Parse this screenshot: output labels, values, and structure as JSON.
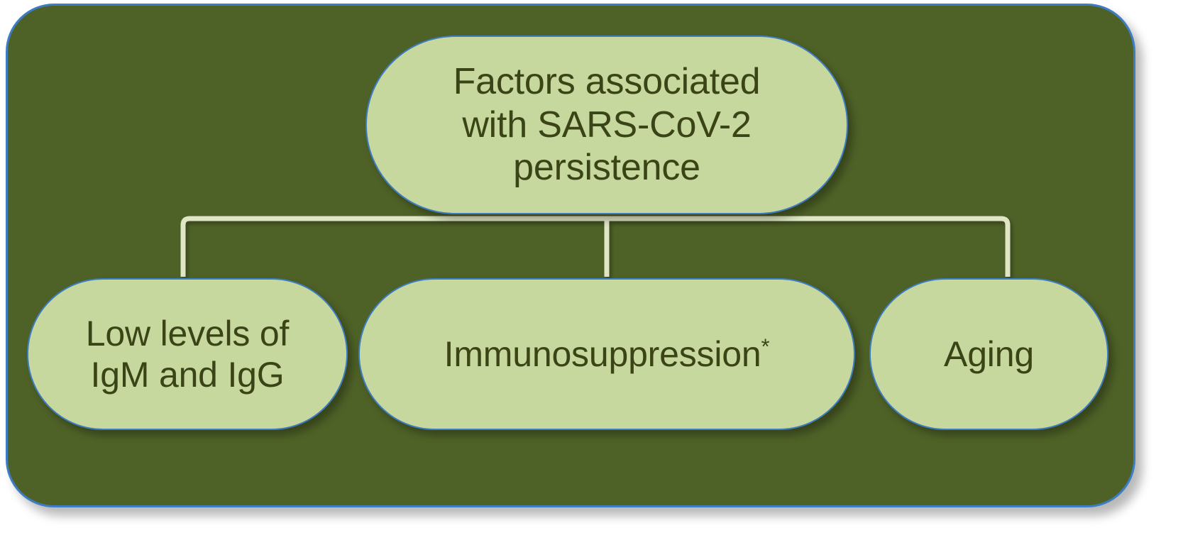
{
  "diagram": {
    "type": "hierarchy-tree",
    "orientation": "top-down",
    "title": "Factors associated with SARS-CoV-2 persistence",
    "colors": {
      "canvas_background": "#ffffff",
      "container_fill": "#4e6227",
      "container_border": "#3e7cc4",
      "node_fill": "#c6d89d",
      "node_border": "#3e7cc4",
      "node_text": "#3b4416",
      "connector_line": "#dfe5c5"
    },
    "root": {
      "id": "factors-root",
      "label": "Factors associated\nwith SARS-CoV-2\npersistence",
      "line_1": "Factors associated",
      "line_2": "with SARS-CoV-2",
      "line_3": "persistence"
    },
    "children": [
      {
        "id": "low-levels-igm-igg",
        "label": "Low levels of\nIgM and IgG",
        "line_1": "Low levels of",
        "line_2": "IgM and IgG",
        "footnote_marker": ""
      },
      {
        "id": "immunosuppression",
        "label": "Immunosuppression",
        "line_1": "Immunosuppression",
        "line_2": "",
        "footnote_marker": "*"
      },
      {
        "id": "aging",
        "label": "Aging",
        "line_1": "Aging",
        "line_2": "",
        "footnote_marker": ""
      }
    ]
  }
}
